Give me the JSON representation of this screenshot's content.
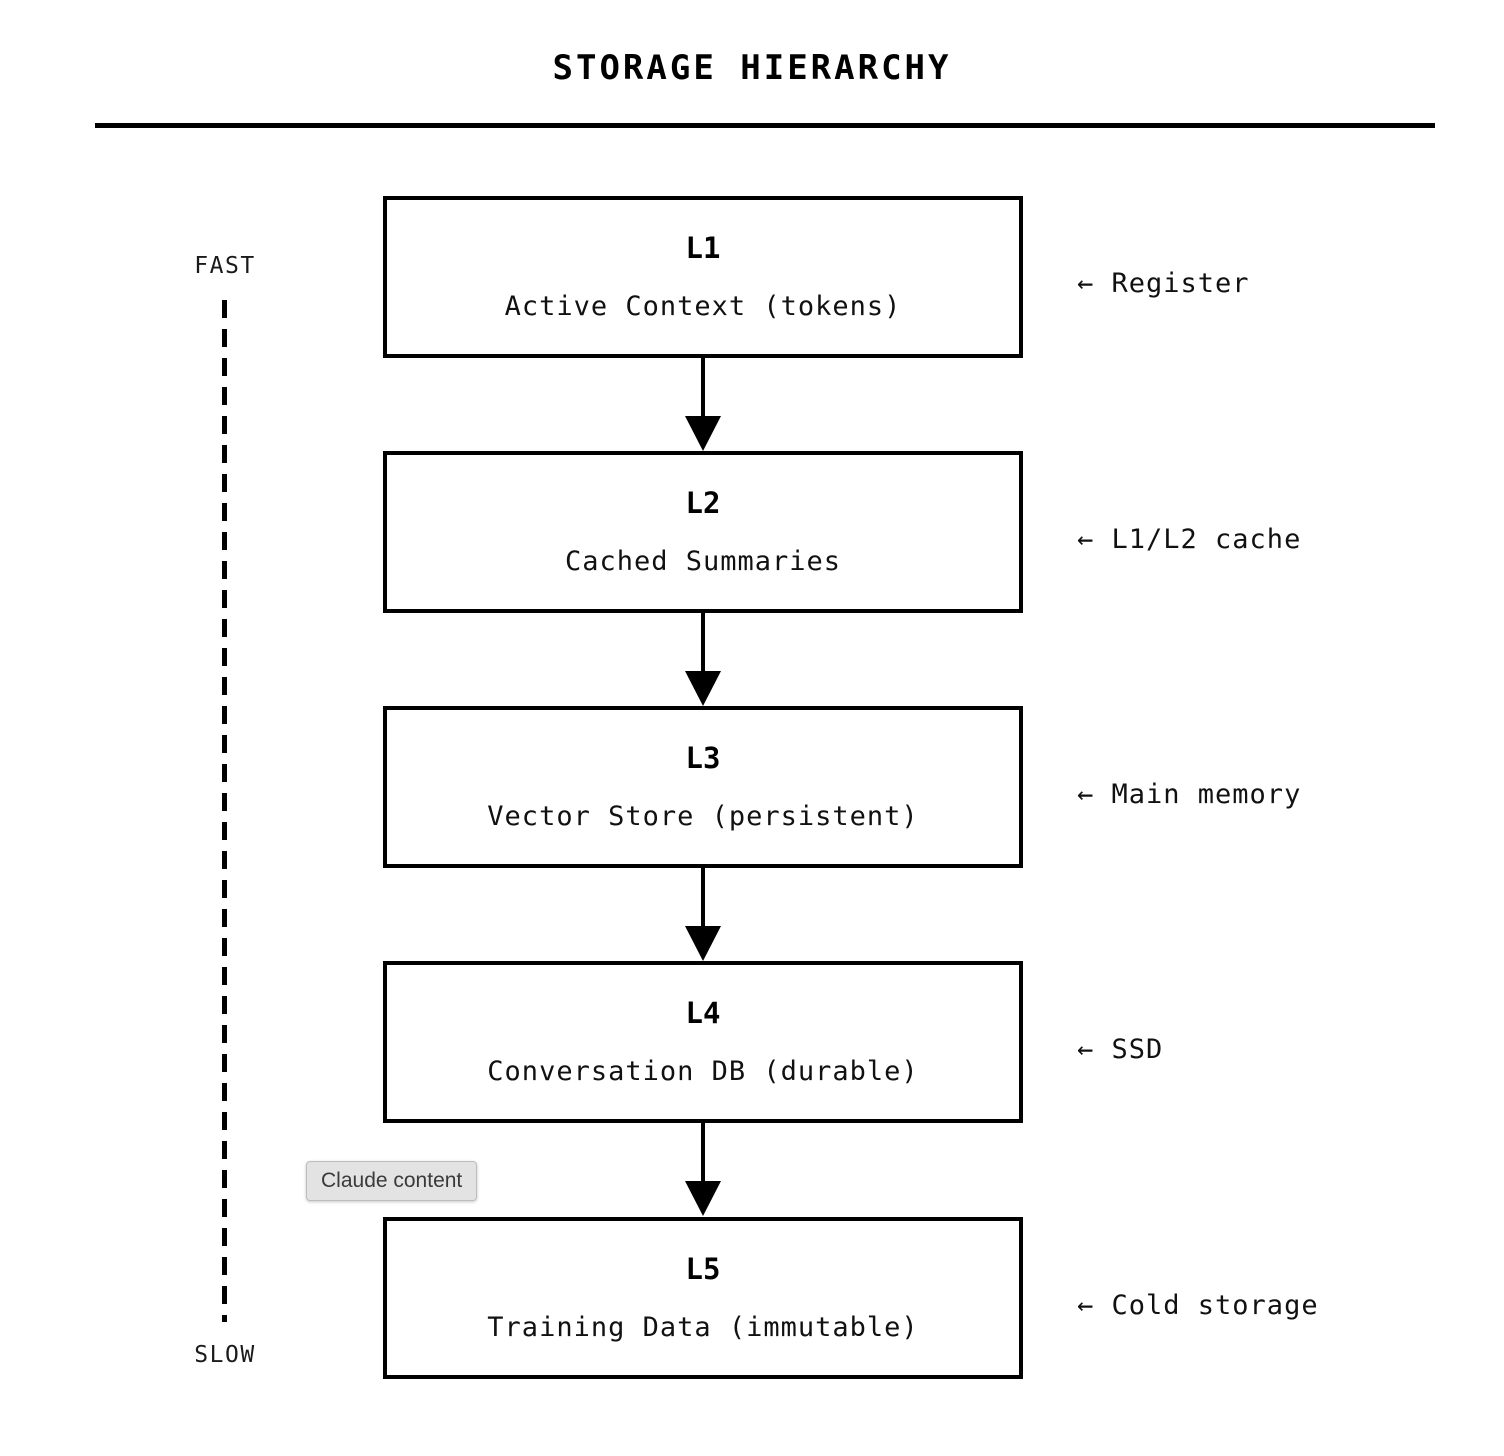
{
  "header": {
    "title": "STORAGE HIERARCHY"
  },
  "axis": {
    "fast_label": "FAST",
    "slow_label": "SLOW"
  },
  "levels": [
    {
      "name": "L1",
      "description": "Active Context (tokens)",
      "annotation": "← Register"
    },
    {
      "name": "L2",
      "description": "Cached Summaries",
      "annotation": "← L1/L2 cache"
    },
    {
      "name": "L3",
      "description": "Vector Store (persistent)",
      "annotation": "← Main memory"
    },
    {
      "name": "L4",
      "description": "Conversation DB (durable)",
      "annotation": "← SSD"
    },
    {
      "name": "L5",
      "description": "Training Data (immutable)",
      "annotation": "← Cold storage"
    }
  ],
  "badge": {
    "label": "Claude content"
  },
  "colors": {
    "ink": "#000000",
    "page": "#ffffff",
    "badge_bg": "#e3e3e3",
    "badge_border": "#bdbdbd",
    "badge_text": "#3a3a3a"
  }
}
